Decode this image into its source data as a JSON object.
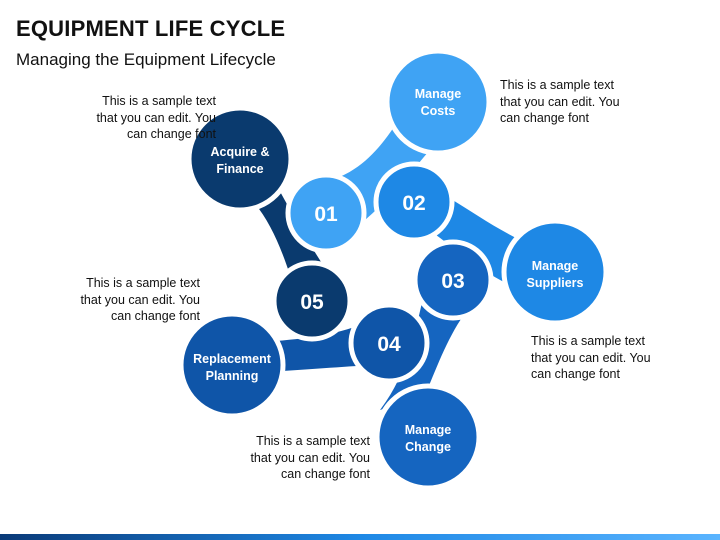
{
  "title": "EQUIPMENT LIFE CYCLE",
  "subtitle": "Managing the Equipment Lifecycle",
  "colors": {
    "stage1": "#3fa3f4",
    "stage2": "#1e88e5",
    "stage3": "#1565c0",
    "stage4": "#0f55a8",
    "stage5": "#0a3a6e"
  },
  "stages": [
    {
      "number": "01",
      "label_line1": "Manage",
      "label_line2": "Costs",
      "description": [
        "This is a sample text",
        "that you can edit. You",
        "can change font"
      ]
    },
    {
      "number": "02",
      "label_line1": "Manage",
      "label_line2": "Suppliers",
      "description": [
        "This is a sample text",
        "that you can edit. You",
        "can change font"
      ]
    },
    {
      "number": "03",
      "label_line1": "Manage",
      "label_line2": "Change",
      "description": [
        "This is a sample text",
        "that you can edit. You",
        "can change font"
      ]
    },
    {
      "number": "04",
      "label_line1": "Replacement",
      "label_line2": "Planning",
      "description": [
        "This is a sample text",
        "that you can edit. You",
        "can change font"
      ]
    },
    {
      "number": "05",
      "label_line1": "Acquire &",
      "label_line2": "Finance",
      "description": [
        "This is a sample text",
        "that you can edit. You",
        "can change font"
      ]
    }
  ]
}
